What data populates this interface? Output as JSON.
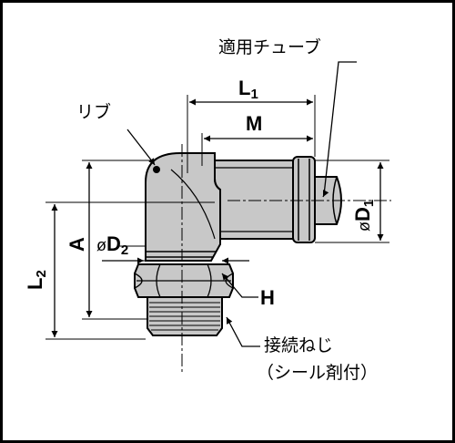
{
  "labels": {
    "tube": "適用チューブ",
    "rib": "リブ",
    "thread": "接続ねじ",
    "seal": "（シール剤付）"
  },
  "dims": {
    "L1": {
      "main": "L",
      "sub": "1"
    },
    "M": "M",
    "D1": {
      "phi": "ø",
      "main": "D",
      "sub": "1"
    },
    "A": "A",
    "D2": {
      "phi": "ø",
      "main": "D",
      "sub": "2"
    },
    "L2": {
      "main": "L",
      "sub": "2"
    },
    "H": "H"
  },
  "colors": {
    "body_fill": "#c8c8c8",
    "line": "#000000",
    "background": "#ffffff"
  }
}
